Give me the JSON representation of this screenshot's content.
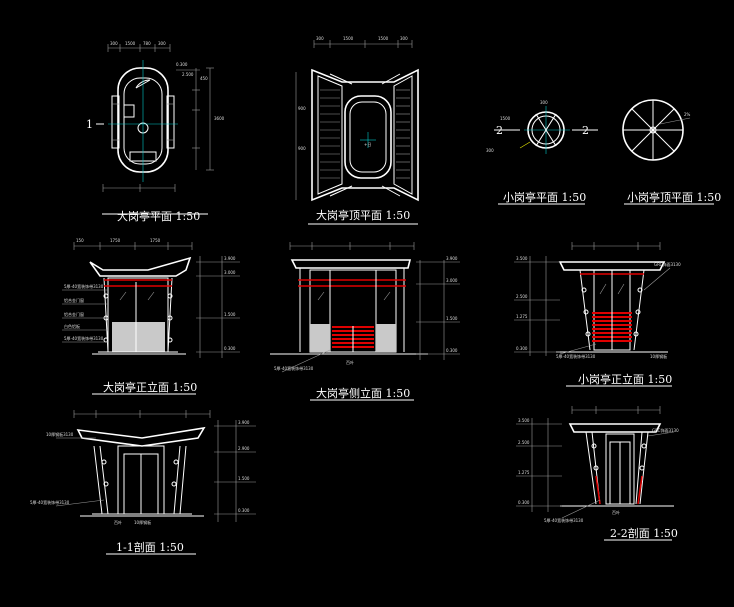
{
  "drawing": {
    "titles": {
      "large_plan": "大岗亭平面 1:50",
      "large_roof_plan": "大岗亭顶平面 1:50",
      "small_plan": "小岗亭平面 1:50",
      "small_roof_plan": "小岗亭顶平面 1:50",
      "large_front_elevation": "大岗亭正立面 1:50",
      "large_side_elevation": "大岗亭侧立面 1:50",
      "small_front_elevation": "小岗亭正立面 1:50",
      "section_1_1": "1-1剖面 1:50",
      "section_2_2": "2-2剖面 1:50"
    },
    "section_marks": {
      "one": "1",
      "two": "2"
    },
    "labels": {
      "plan_center": "+日"
    }
  }
}
